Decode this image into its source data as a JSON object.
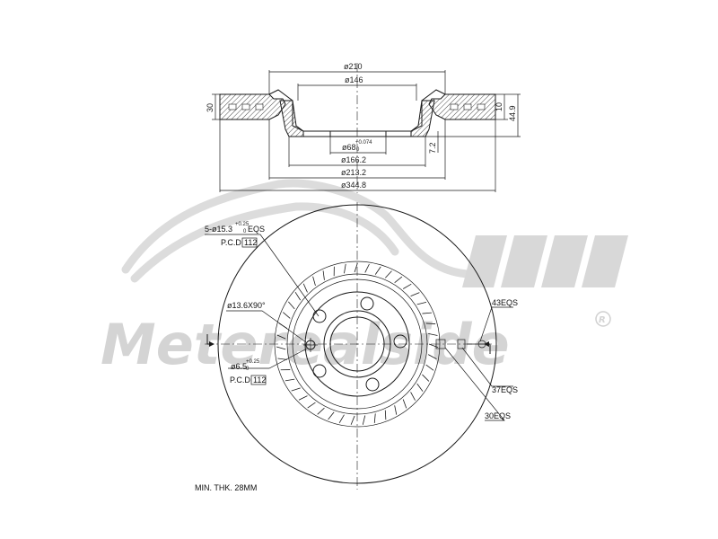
{
  "watermark": {
    "brand": "Meterealside",
    "registered": "R"
  },
  "section_view": {
    "dims": {
      "d_outer_face": "ø210",
      "d_hat_top": "ø146",
      "d_center_bore_main": "ø68",
      "d_center_bore_sup": "+0.074",
      "d_center_bore_sub": "0",
      "d_hat_bottom": "ø166.2",
      "d_inner_friction": "ø213.2",
      "d_outer": "ø344.8",
      "height_left": "30",
      "thickness_right": "10",
      "overall_height": "44.9",
      "hat_offset": "7.2"
    }
  },
  "front_view": {
    "callouts": {
      "bolt_holes_prefix": "5-ø15.3",
      "bolt_holes_sup": "+0.25",
      "bolt_holes_sub": "0",
      "bolt_holes_suffix": "EQS",
      "pcd_label": "P.C.D",
      "pcd_value": "112",
      "chamfer": "ø13.6X90°",
      "pin_hole_main": "ø6.5",
      "pin_hole_sup": "+0.25",
      "pin_hole_sub": "0",
      "pcd2_label": "P.C.D",
      "pcd2_value": "112",
      "vents_43": "43EQS",
      "vents_37": "37EQS",
      "vents_30": "30EQS"
    }
  },
  "note": {
    "min_thickness": "MIN. THK. 28MM"
  }
}
